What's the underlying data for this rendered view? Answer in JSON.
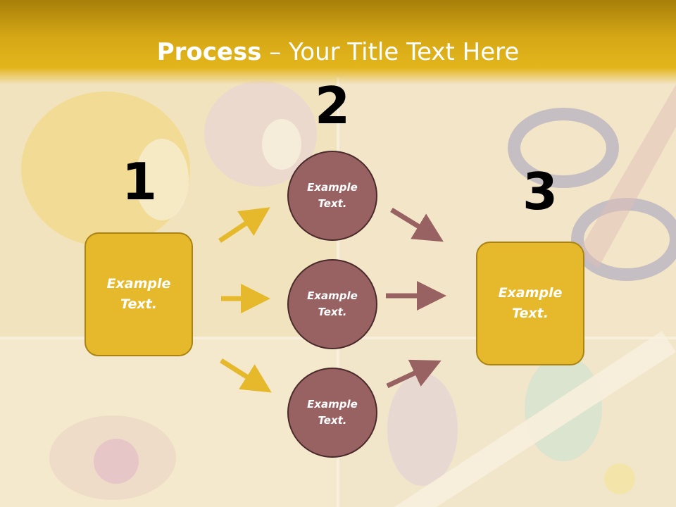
{
  "title": {
    "bold": "Process",
    "rest": " – Your Title Text Here"
  },
  "steps": [
    {
      "number": "1",
      "lines": [
        "Example",
        "Text."
      ]
    },
    {
      "number": "2",
      "circles": [
        {
          "lines": [
            "Example",
            "Text."
          ]
        },
        {
          "lines": [
            "Example",
            "Text."
          ]
        },
        {
          "lines": [
            "Example",
            "Text."
          ]
        }
      ]
    },
    {
      "number": "3",
      "lines": [
        "Example",
        "Text."
      ]
    }
  ],
  "colors": {
    "box_fill": "#e6b92c",
    "circle_fill": "#986162",
    "arrow_left": "#e6b92c",
    "arrow_right": "#986162",
    "header": "#d6a816"
  }
}
